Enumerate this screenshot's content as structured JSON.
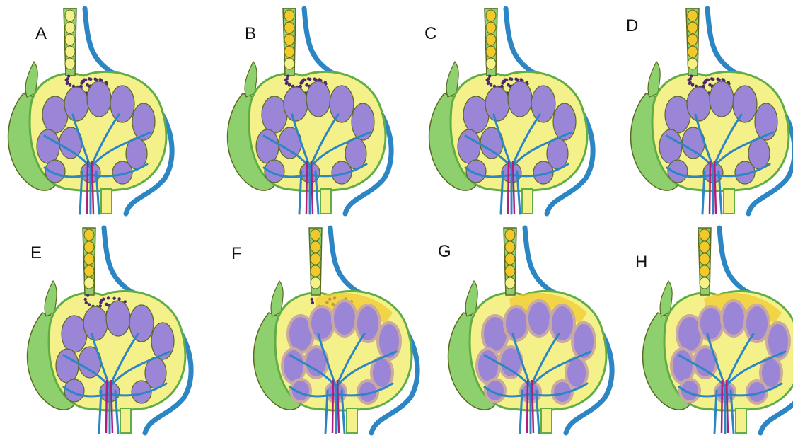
{
  "panels": [
    {
      "label": "A",
      "stage": 0
    },
    {
      "label": "B",
      "stage": 1
    },
    {
      "label": "C",
      "stage": 2
    },
    {
      "label": "D",
      "stage": 3
    },
    {
      "label": "E",
      "stage": 4
    },
    {
      "label": "F",
      "stage": 5
    },
    {
      "label": "G",
      "stage": 6
    },
    {
      "label": "H",
      "stage": 7
    }
  ],
  "colors": {
    "lobule": "#9a85d6",
    "lobule_tan": "#c9a9a0",
    "edge": "#5a6a20",
    "vessel": "#2d86c4",
    "stroma": "#f4f08a",
    "stroma_dark": "#f1c92b",
    "green": "#8fd06e",
    "green_dark": "#5fae45",
    "magenta": "#b01d7a",
    "granule": "#4b2a6e"
  }
}
